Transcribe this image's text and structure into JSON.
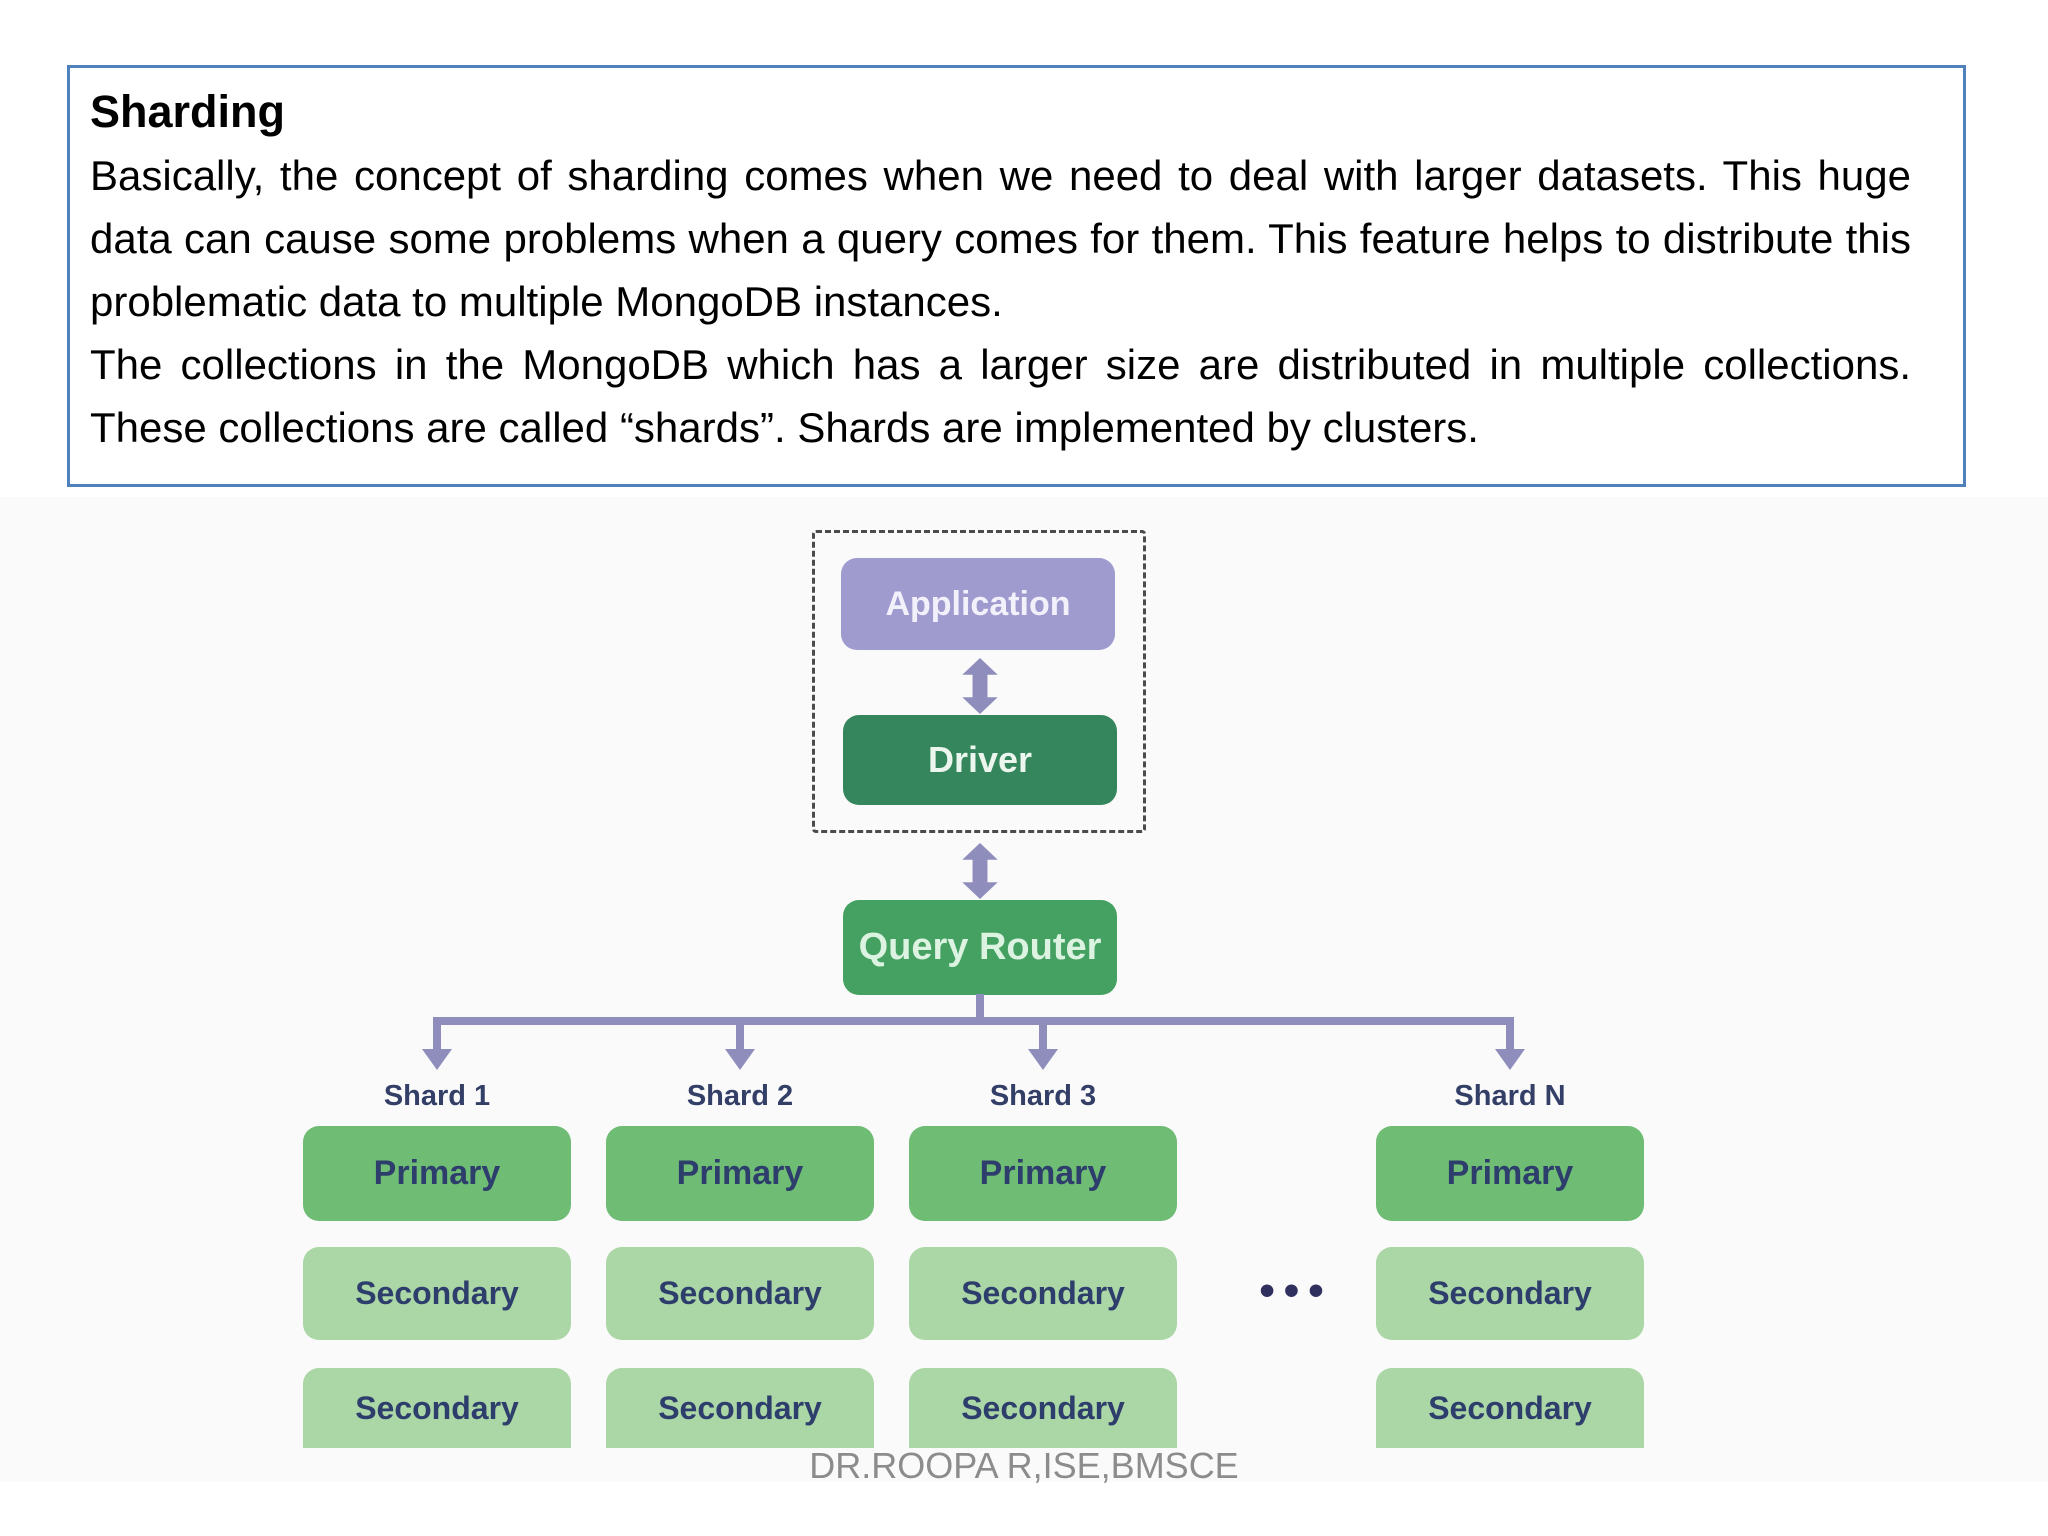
{
  "text_box": {
    "title": "Sharding",
    "paragraph1": "Basically, the concept of sharding comes when we need to deal with larger datasets. This huge data can cause some problems when a query comes for them. This feature helps to distribute this problematic data to multiple MongoDB instances.",
    "paragraph2": "The collections in the MongoDB which has a larger size are distributed in multiple collections. These collections are called “shards”. Shards are implemented by clusters."
  },
  "diagram": {
    "application_label": "Application",
    "driver_label": "Driver",
    "query_router_label": "Query Router",
    "ellipsis": "•••",
    "shards": [
      {
        "label": "Shard 1",
        "primary": "Primary",
        "secondary1": "Secondary",
        "secondary2": "Secondary"
      },
      {
        "label": "Shard 2",
        "primary": "Primary",
        "secondary1": "Secondary",
        "secondary2": "Secondary"
      },
      {
        "label": "Shard 3",
        "primary": "Primary",
        "secondary1": "Secondary",
        "secondary2": "Secondary"
      },
      {
        "label": "Shard N",
        "primary": "Primary",
        "secondary1": "Secondary",
        "secondary2": "Secondary"
      }
    ],
    "icons": {
      "bidirectional_arrow": "updown-arrow-icon",
      "down_arrow": "down-arrow-icon"
    },
    "colors": {
      "text_box_border": "#4f81bd",
      "application_box": "#9f9bce",
      "driver_box": "#35865c",
      "query_router_box": "#45a161",
      "primary_box": "#6fbc74",
      "secondary_box": "#abd6a5",
      "connector": "#8f8dbb",
      "shard_label_text": "#333f66",
      "node_label_text": "#2e3e6c",
      "dots": "#30305e"
    }
  },
  "footer": {
    "credit": "DR.ROOPA R,ISE,BMSCE"
  }
}
